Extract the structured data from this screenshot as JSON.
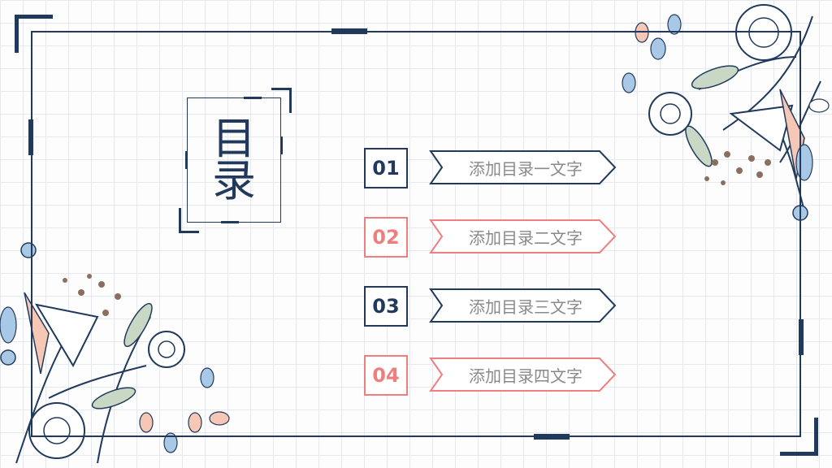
{
  "title": {
    "line1": "目",
    "line2": "录"
  },
  "colors": {
    "navy": "#213a5c",
    "coral": "#ef7f7f",
    "text": "#8a8a8a"
  },
  "items": [
    {
      "number": "01",
      "label": "添加目录一文字",
      "color": "#213a5c"
    },
    {
      "number": "02",
      "label": "添加目录二文字",
      "color": "#ef7f7f"
    },
    {
      "number": "03",
      "label": "添加目录三文字",
      "color": "#213a5c"
    },
    {
      "number": "04",
      "label": "添加目录四文字",
      "color": "#ef7f7f"
    }
  ]
}
